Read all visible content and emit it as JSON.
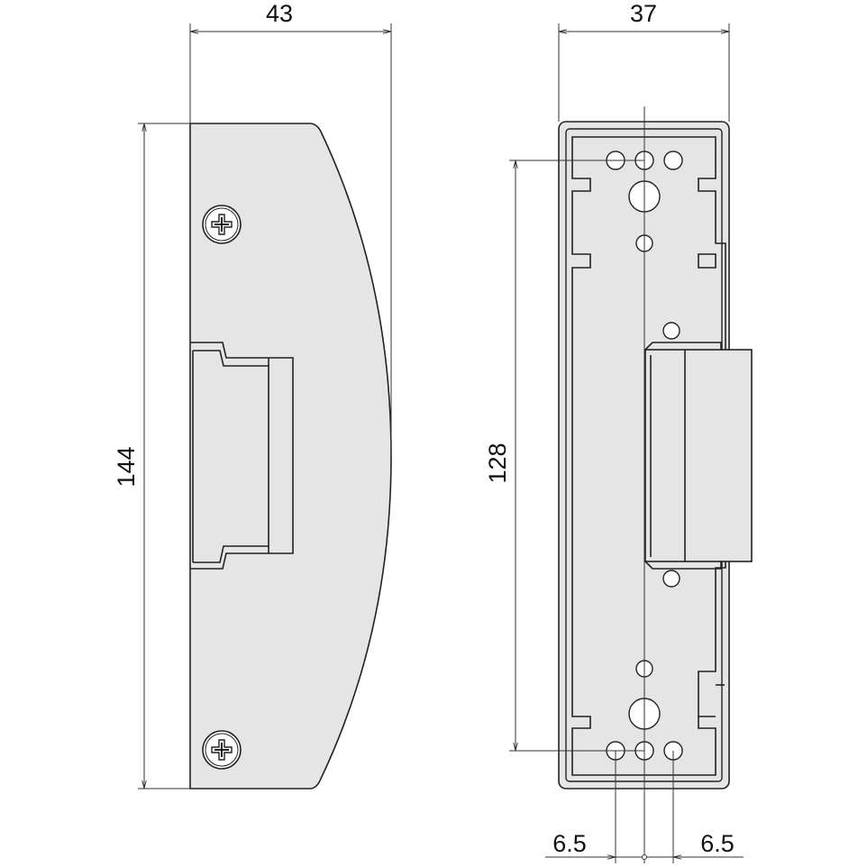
{
  "dimensions": {
    "left_width": "43",
    "right_width": "37",
    "left_height": "144",
    "right_height": "128",
    "hole_offset_left": "6.5",
    "hole_offset_right": "6.5"
  },
  "colors": {
    "body_fill": "#e5e5e5",
    "line": "#222222",
    "background": "#ffffff"
  },
  "icons": {
    "screw": "phillips-screw-icon"
  }
}
